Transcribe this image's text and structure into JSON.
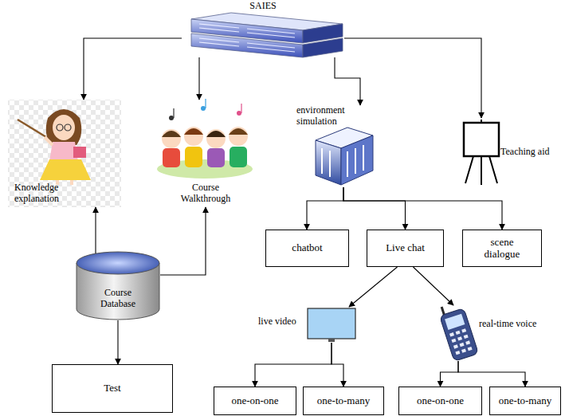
{
  "diagram": {
    "nodes": [
      {
        "text": [
          "SAIES"
        ]
      },
      {
        "text": [
          "Knowledge explanation"
        ]
      },
      {
        "text": [
          "Course Walkthrough"
        ]
      },
      {
        "text": [
          "environment simulation"
        ]
      },
      {
        "text": [
          "Teaching aid"
        ]
      },
      {
        "text": [
          "chatbot"
        ]
      },
      {
        "text": [
          "Live chat"
        ]
      },
      {
        "text": [
          "scene dialogue"
        ]
      },
      {
        "text": [
          "Course Database"
        ]
      },
      {
        "text": [
          "live video"
        ]
      },
      {
        "text": [
          "real-time voice"
        ]
      },
      {
        "text": [
          "Test"
        ]
      },
      {
        "text": [
          "one-on-one"
        ]
      },
      {
        "text": [
          "one-to-many"
        ]
      },
      {
        "text": [
          "one-on-one"
        ]
      },
      {
        "text": [
          "one-to-many"
        ]
      }
    ],
    "edges": [
      {
        "from": 0,
        "to": 1,
        "arrow": "to"
      },
      {
        "from": 0,
        "to": 2,
        "arrow": "to"
      },
      {
        "from": 0,
        "to": 3,
        "arrow": "to"
      },
      {
        "from": 0,
        "to": 4,
        "arrow": "to"
      },
      {
        "from": 8,
        "to": 1,
        "arrow": "to"
      },
      {
        "from": 8,
        "to": 2,
        "arrow": "to"
      },
      {
        "from": 8,
        "to": 11,
        "arrow": "to"
      },
      {
        "from": 3,
        "to": 5,
        "arrow": "to"
      },
      {
        "from": 3,
        "to": 6,
        "arrow": "to"
      },
      {
        "from": 3,
        "to": 7,
        "arrow": "to"
      },
      {
        "from": 6,
        "to": 9,
        "arrow": "to"
      },
      {
        "from": 6,
        "to": 10,
        "arrow": "to"
      },
      {
        "from": 9,
        "to": 12,
        "arrow": "to"
      },
      {
        "from": 9,
        "to": 13,
        "arrow": "to"
      },
      {
        "from": 10,
        "to": 14,
        "arrow": "to"
      },
      {
        "from": 10,
        "to": 15,
        "arrow": "to"
      }
    ]
  }
}
